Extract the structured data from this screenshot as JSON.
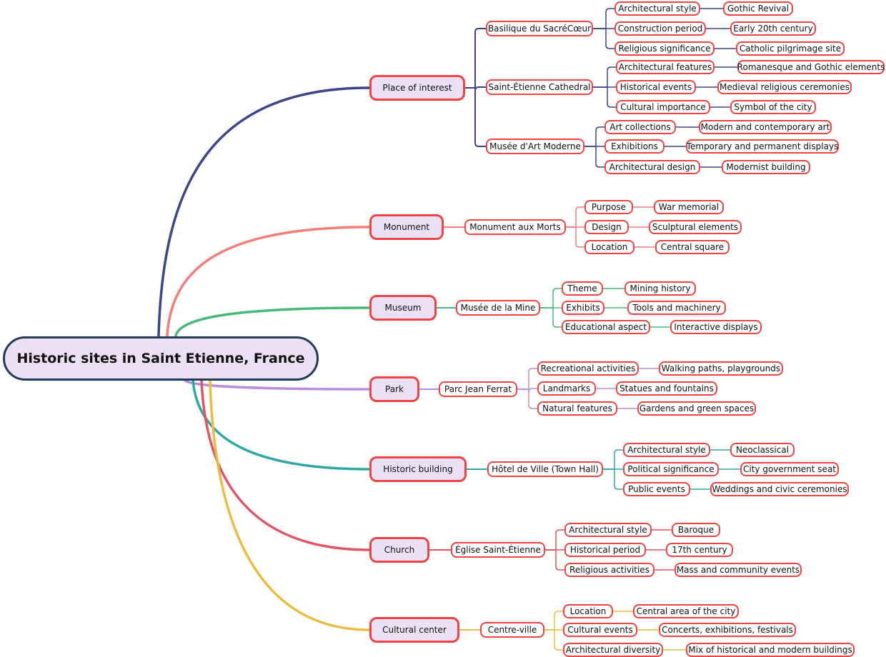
{
  "root": {
    "label": "Historic sites in Saint Etienne, France"
  },
  "branches": [
    {
      "id": "place-of-interest",
      "label": "Place of interest",
      "color": "#3c4589",
      "children": [
        {
          "label": "Basilique du SacréCœur",
          "children": [
            {
              "label": "Architectural style",
              "value": "Gothic Revival"
            },
            {
              "label": "Construction period",
              "value": "Early 20th century"
            },
            {
              "label": "Religious significance",
              "value": "Catholic pilgrimage site"
            }
          ]
        },
        {
          "label": "Saint-Étienne Cathedral",
          "children": [
            {
              "label": "Architectural features",
              "value": "Romanesque and Gothic elements"
            },
            {
              "label": "Historical events",
              "value": "Medieval religious ceremonies"
            },
            {
              "label": "Cultural importance",
              "value": "Symbol of the city"
            }
          ]
        },
        {
          "label": "Musée d'Art Moderne",
          "children": [
            {
              "label": "Art collections",
              "value": "Modern and contemporary art"
            },
            {
              "label": "Exhibitions",
              "value": "Temporary and permanent displays"
            },
            {
              "label": "Architectural design",
              "value": "Modernist building"
            }
          ]
        }
      ]
    },
    {
      "id": "monument",
      "label": "Monument",
      "color": "#f47d7a",
      "children": [
        {
          "label": "Monument aux Morts",
          "children": [
            {
              "label": "Purpose",
              "value": "War memorial"
            },
            {
              "label": "Design",
              "value": "Sculptural elements"
            },
            {
              "label": "Location",
              "value": "Central square"
            }
          ]
        }
      ]
    },
    {
      "id": "museum",
      "label": "Museum",
      "color": "#48b87a",
      "children": [
        {
          "label": "Musée de la Mine",
          "children": [
            {
              "label": "Theme",
              "value": "Mining history"
            },
            {
              "label": "Exhibits",
              "value": "Tools and machinery"
            },
            {
              "label": "Educational aspect",
              "value": "Interactive displays"
            }
          ]
        }
      ]
    },
    {
      "id": "park",
      "label": "Park",
      "color": "#b88ddc",
      "children": [
        {
          "label": "Parc Jean Ferrat",
          "children": [
            {
              "label": "Recreational activities",
              "value": "Walking paths, playgrounds"
            },
            {
              "label": "Landmarks",
              "value": "Statues and fountains"
            },
            {
              "label": "Natural features",
              "value": "Gardens and green spaces"
            }
          ]
        }
      ]
    },
    {
      "id": "historic-building",
      "label": "Historic building",
      "color": "#2daaa0",
      "children": [
        {
          "label": "Hôtel de Ville (Town Hall)",
          "children": [
            {
              "label": "Architectural style",
              "value": "Neoclassical"
            },
            {
              "label": "Political significance",
              "value": "City government seat"
            },
            {
              "label": "Public events",
              "value": "Weddings and civic ceremonies"
            }
          ]
        }
      ]
    },
    {
      "id": "church",
      "label": "Church",
      "color": "#e05466",
      "children": [
        {
          "label": "Église Saint-Étienne",
          "children": [
            {
              "label": "Architectural style",
              "value": "Baroque"
            },
            {
              "label": "Historical period",
              "value": "17th century"
            },
            {
              "label": "Religious activities",
              "value": "Mass and community events"
            }
          ]
        }
      ]
    },
    {
      "id": "cultural-center",
      "label": "Cultural center",
      "color": "#eabd40",
      "children": [
        {
          "label": "Centre-ville",
          "children": [
            {
              "label": "Location",
              "value": "Central area of the city"
            },
            {
              "label": "Cultural events",
              "value": "Concerts, exhibitions, festivals"
            },
            {
              "label": "Architectural diversity",
              "value": "Mix of historical and modern buildings"
            }
          ]
        }
      ]
    }
  ]
}
